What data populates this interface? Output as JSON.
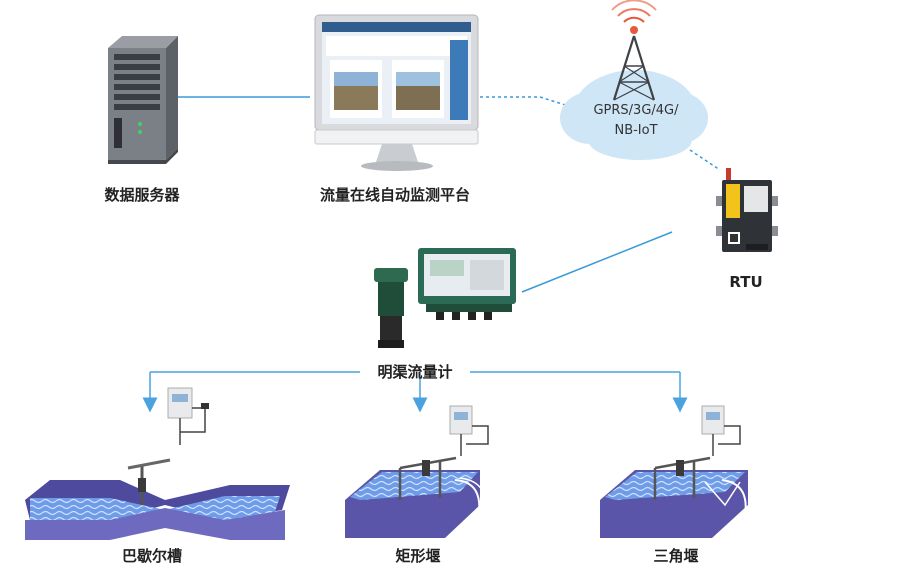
{
  "nodes": {
    "server": "数据服务器",
    "platform": "流量在线自动监测平台",
    "network": [
      "GPRS/3G/4G/",
      "NB-IoT"
    ],
    "rtu": "RTU",
    "flowmeter": "明渠流量计"
  },
  "channels": [
    "巴歇尔槽",
    "矩形堰",
    "三角堰"
  ],
  "colors": {
    "link_line": "#3a9ad9",
    "arrow": "#4aa3df",
    "cloud": "#cfe6f7",
    "tower_signal": "#e8583a",
    "channel_wall": "#5a55a8",
    "water": "#6f9ce8"
  }
}
